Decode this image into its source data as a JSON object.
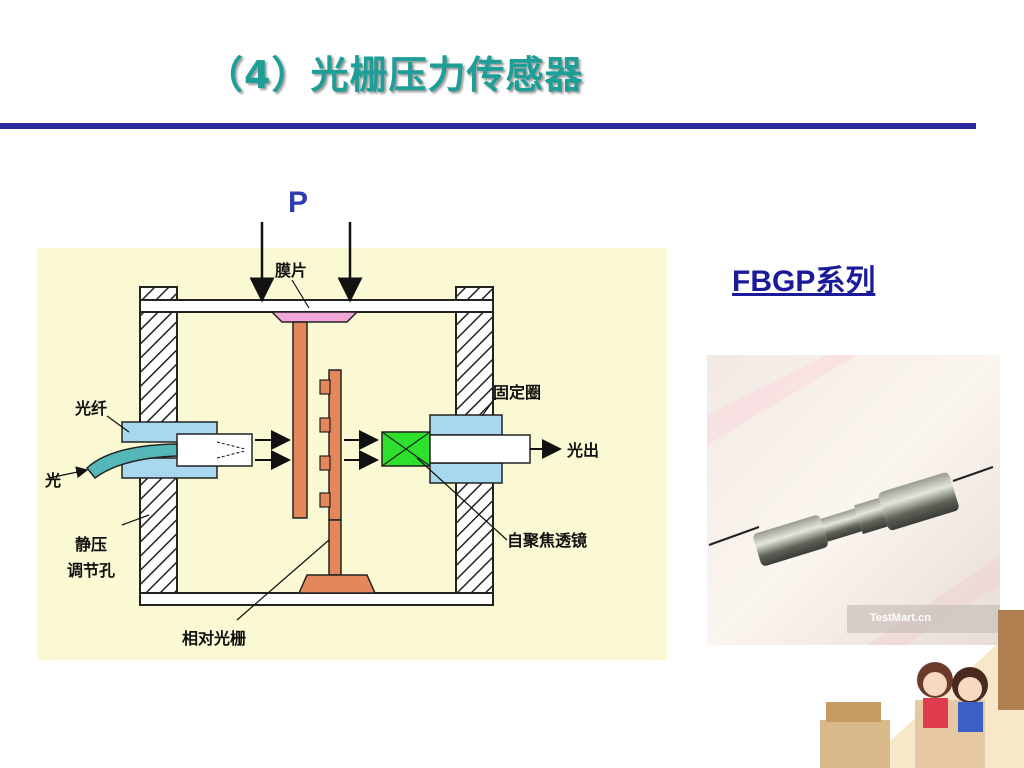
{
  "slide": {
    "title": "（4）光栅压力传感器",
    "pressure_label": "P",
    "series_link": "FBGP系列"
  },
  "diagram": {
    "labels": {
      "diaphragm": "膜片",
      "fiber": "光纤",
      "light_in": "光",
      "fixing_ring": "固定圈",
      "light_out": "光出",
      "self_focus_lens": "自聚焦透镜",
      "static_pressure_1": "静压",
      "static_pressure_2": "调节孔",
      "relative_grating": "相对光栅"
    }
  },
  "photo": {
    "watermark": "TestMart.cn"
  },
  "colors": {
    "title": "#1d9e96",
    "rule": "#2a2a9c",
    "diagram_bg": "#fbf8d4",
    "grating": "#e4875a",
    "lens": "#2ee02e",
    "collar": "#a8d8f0",
    "diaphragm": "#f0a6d6"
  }
}
